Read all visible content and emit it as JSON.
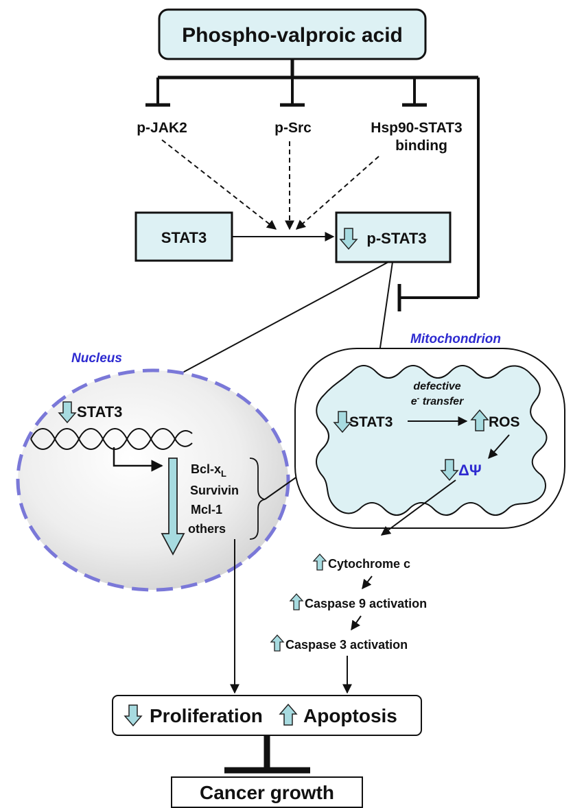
{
  "drug": "Phospho-valproic acid",
  "targets": {
    "pjak2": "p-JAK2",
    "psrc": "p-Src",
    "hsp90_line1": "Hsp90-STAT3",
    "hsp90_line2": "binding"
  },
  "stat3_box": "STAT3",
  "pstat3_box": "p-STAT3",
  "nucleus": {
    "title": "Nucleus",
    "stat3": "STAT3",
    "genes": {
      "bcl_main": "Bcl-x",
      "bcl_sub": "L",
      "survivin": "Survivin",
      "mcl1": "Mcl-1",
      "others": "others"
    }
  },
  "mitochondrion": {
    "title": "Mitochondrion",
    "defective_line1": "defective",
    "defective_line2_prefix": "e",
    "defective_line2_sup": "-",
    "defective_line2_rest": " transfer",
    "stat3": "STAT3",
    "ros": "ROS",
    "delta_psi": "ΔΨ"
  },
  "cascade": {
    "cytochrome": "Cytochrome c",
    "casp9": "Caspase 9 activation",
    "casp3": "Caspase 3 activation"
  },
  "outcomes": {
    "proliferation": "Proliferation",
    "apoptosis": "Apoptosis"
  },
  "final": "Cancer growth",
  "colors": {
    "box_fill": "#ddf1f4",
    "arrow_fill": "#a7dbe0",
    "nucleus_border": "#7a78d8",
    "label_blue": "#2d2ad0"
  }
}
